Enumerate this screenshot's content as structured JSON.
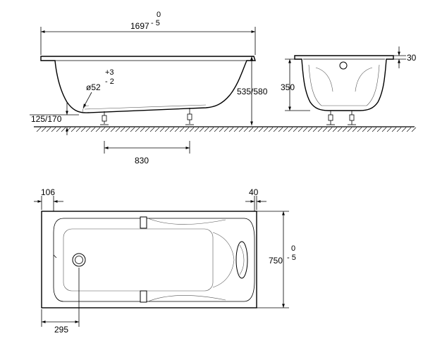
{
  "side_view": {
    "length_main": "1697",
    "length_tol_upper": "0",
    "length_tol_lower": "- 5",
    "drain_dia": "ø52",
    "drain_tol_upper": "+3",
    "drain_tol_lower": "- 2",
    "overall_height": "535/580",
    "rim_height": "125/170",
    "leg_spacing": "830"
  },
  "end_view": {
    "depth": "350",
    "rim_thickness": "30"
  },
  "top_view": {
    "left_offset": "106",
    "right_offset": "40",
    "width_main": "750",
    "width_tol_upper": "0",
    "width_tol_lower": "- 5",
    "drain_offset": "295"
  }
}
